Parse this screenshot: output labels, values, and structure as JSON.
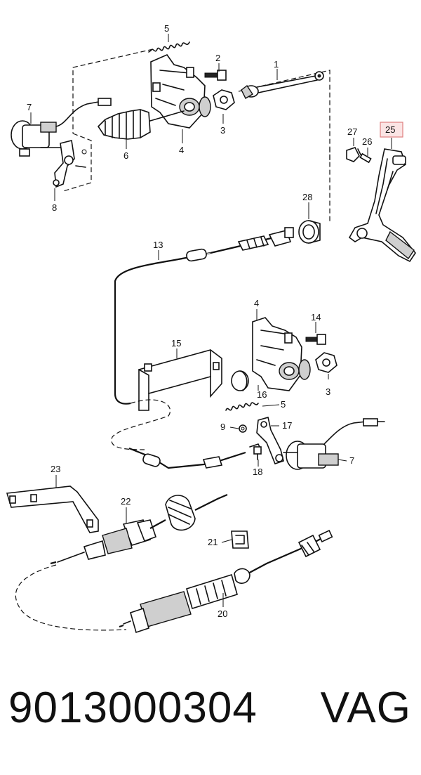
{
  "diagram": {
    "callouts": [
      {
        "id": "c5a",
        "label": "5"
      },
      {
        "id": "c2",
        "label": "2"
      },
      {
        "id": "c1",
        "label": "1"
      },
      {
        "id": "c7a",
        "label": "7"
      },
      {
        "id": "c3a",
        "label": "3"
      },
      {
        "id": "c6",
        "label": "6"
      },
      {
        "id": "c4a",
        "label": "4"
      },
      {
        "id": "c8",
        "label": "8"
      },
      {
        "id": "c27",
        "label": "27"
      },
      {
        "id": "c25",
        "label": "25",
        "highlighted": true
      },
      {
        "id": "c26",
        "label": "26"
      },
      {
        "id": "c28",
        "label": "28"
      },
      {
        "id": "c13",
        "label": "13"
      },
      {
        "id": "c4b",
        "label": "4"
      },
      {
        "id": "c14",
        "label": "14"
      },
      {
        "id": "c15",
        "label": "15"
      },
      {
        "id": "c16",
        "label": "16"
      },
      {
        "id": "c3b",
        "label": "3"
      },
      {
        "id": "c5b",
        "label": "5"
      },
      {
        "id": "c9",
        "label": "9"
      },
      {
        "id": "c17",
        "label": "17"
      },
      {
        "id": "c7b",
        "label": "7"
      },
      {
        "id": "c18",
        "label": "18"
      },
      {
        "id": "c23",
        "label": "23"
      },
      {
        "id": "c22",
        "label": "22"
      },
      {
        "id": "c21",
        "label": "21"
      },
      {
        "id": "c20",
        "label": "20"
      }
    ],
    "highlight_color": "#e08080"
  },
  "footer": {
    "part_number": "9013000304",
    "brand": "VAG"
  }
}
